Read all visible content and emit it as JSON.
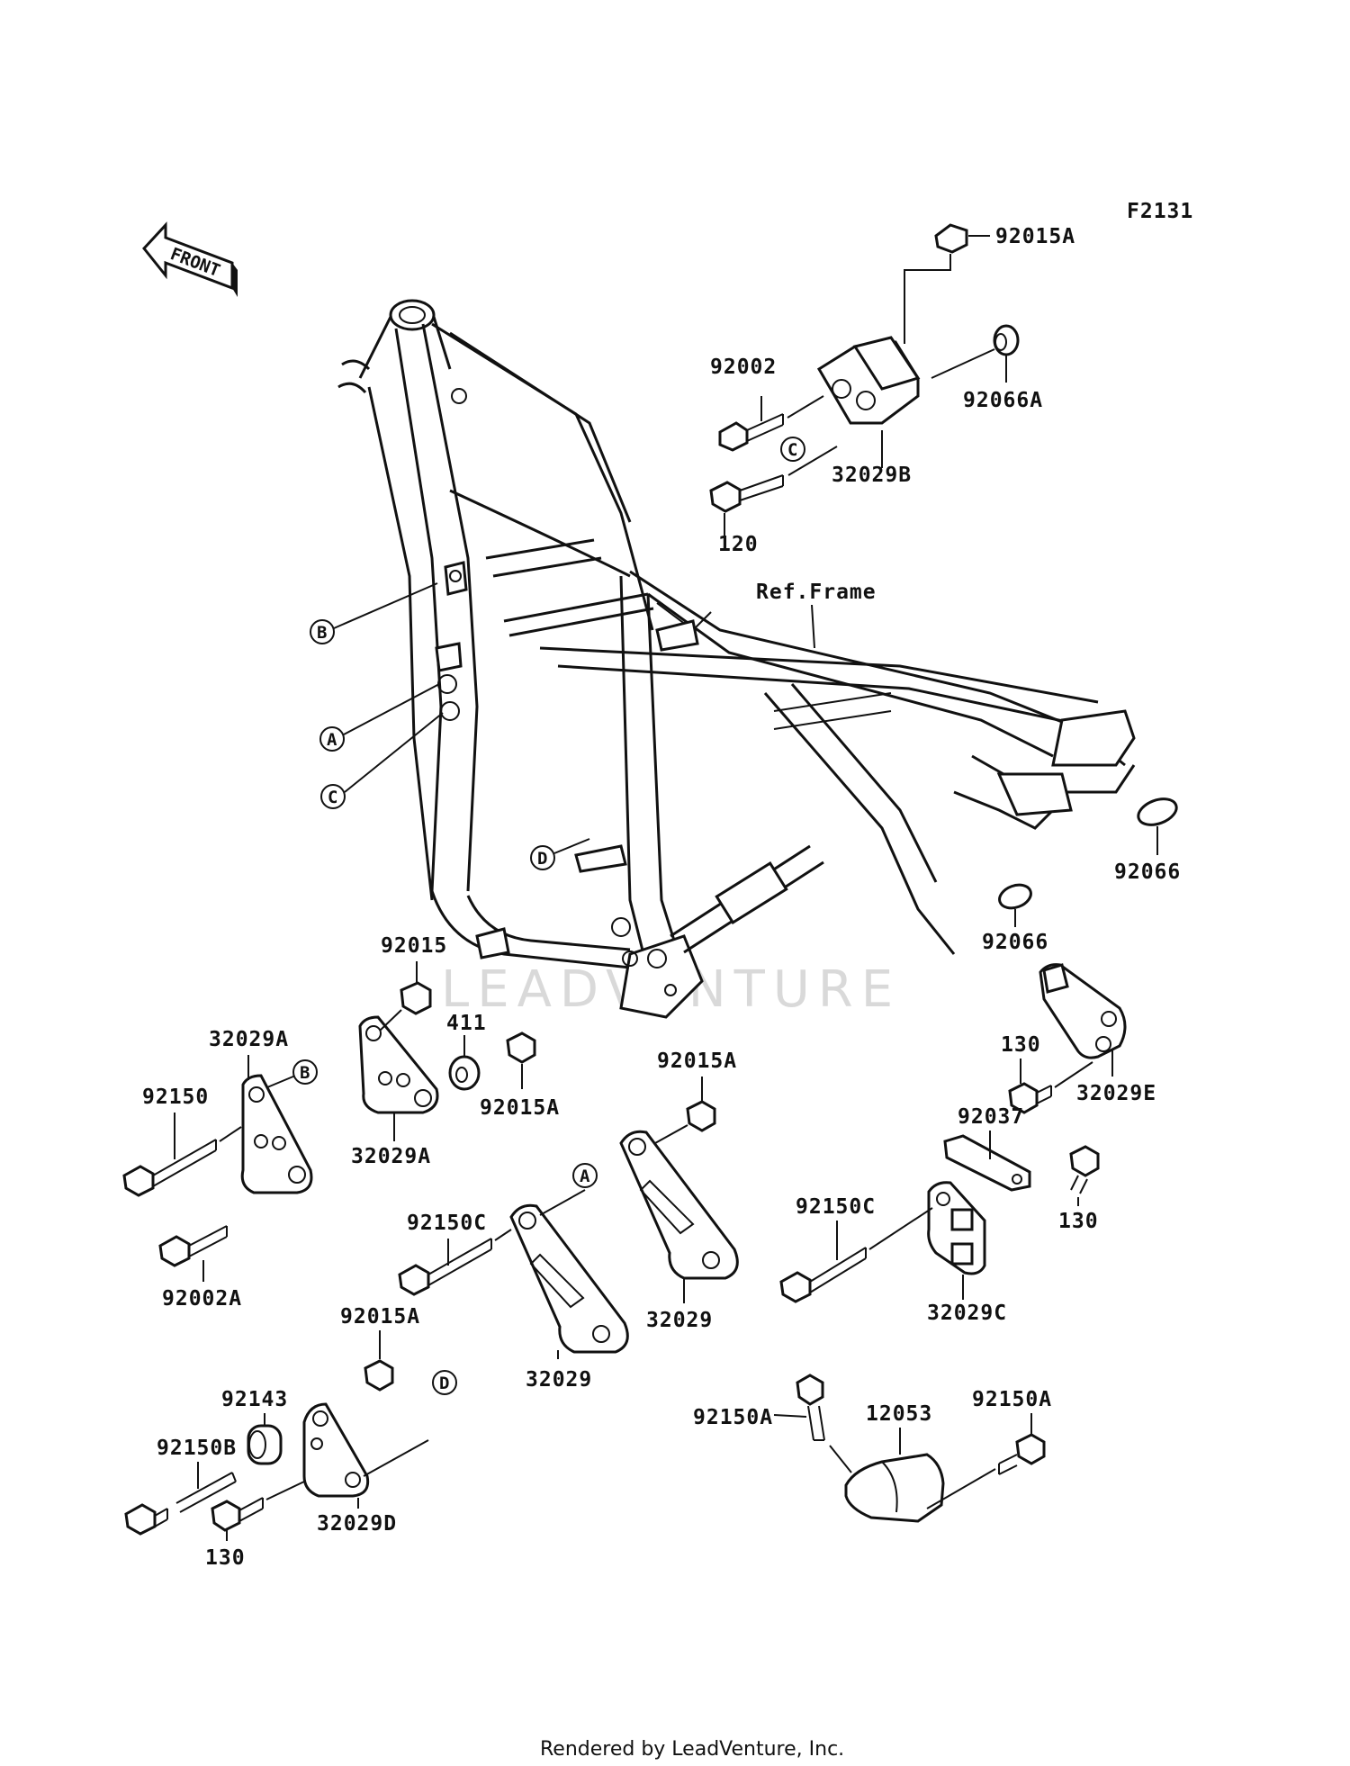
{
  "figure_code": "F2131",
  "front_arrow_text": "FRONT",
  "ref_label": "Ref.Frame",
  "watermark": "LEADVENTURE",
  "footer": "Rendered by LeadVenture, Inc.",
  "callouts": [
    "A",
    "B",
    "C",
    "D"
  ],
  "part_labels": [
    "92015A",
    "92002",
    "92066A",
    "32029B",
    "120",
    "92066",
    "92066",
    "92015",
    "411",
    "92015A",
    "32029A",
    "32029A",
    "92150",
    "92002A",
    "92015A",
    "92150C",
    "32029",
    "32029",
    "92015A",
    "92143",
    "92150B",
    "32029D",
    "130",
    "130",
    "32029E",
    "92037",
    "130",
    "92150C",
    "32029C",
    "92150A",
    "12053",
    "92150A"
  ]
}
